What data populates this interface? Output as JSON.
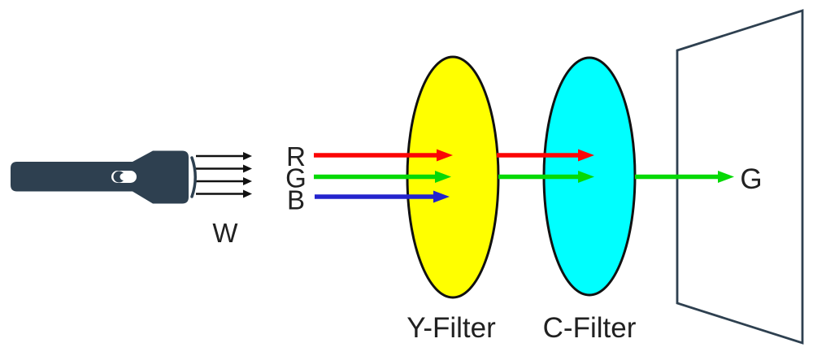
{
  "colors": {
    "background": "#ffffff",
    "flashlight": "#2e4050",
    "screen_outline": "#2e4050",
    "outline": "#111111",
    "white_light": "#111111",
    "red": "#fb0505",
    "green": "#06d906",
    "blue": "#2323cd",
    "yellow": "#ffff00",
    "cyan": "#00ffff",
    "text": "#212121"
  },
  "diagram": {
    "source": {
      "icon": "flashlight-icon",
      "beam_label": "W"
    },
    "input_beams": [
      {
        "label": "R",
        "color_key": "red"
      },
      {
        "label": "G",
        "color_key": "green"
      },
      {
        "label": "B",
        "color_key": "blue"
      }
    ],
    "filters": [
      {
        "label": "Y-Filter"
      },
      {
        "label": "C-Filter"
      }
    ],
    "output_beam": {
      "label": "G"
    }
  }
}
